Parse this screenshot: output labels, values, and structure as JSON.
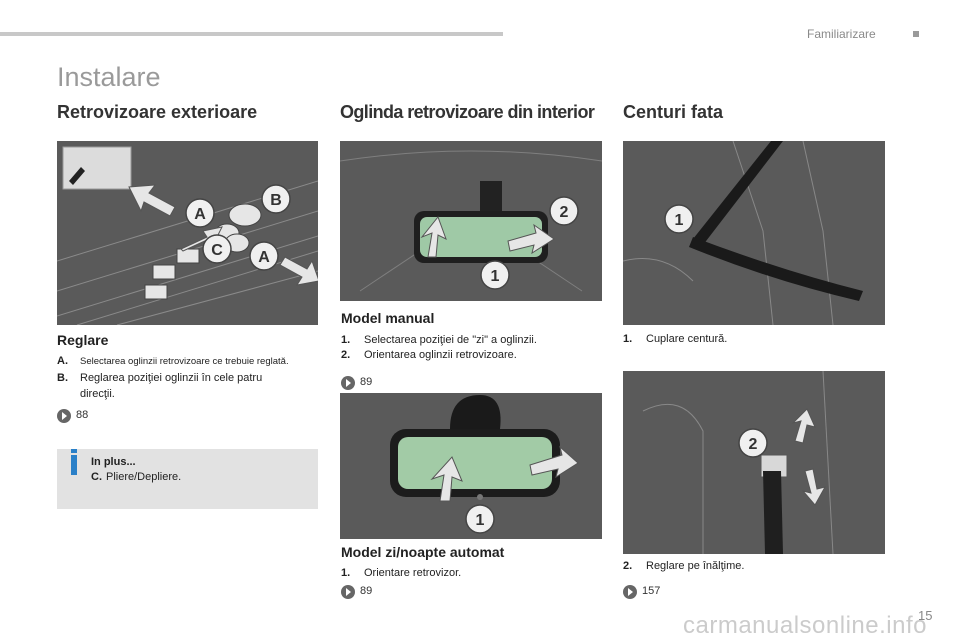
{
  "header": {
    "section_name": "Familiarizare",
    "page_title": "Instalare",
    "page_number": "15"
  },
  "col1": {
    "title": "Retrovizoare exterioare",
    "image_labels": [
      "A",
      "B",
      "C",
      "A"
    ],
    "subtitle": "Reglare",
    "items": [
      {
        "num": "A.",
        "text": "Selectarea oglinzii retrovizoare ce trebuie reglată."
      },
      {
        "num": "B.",
        "text": "Reglarea poziţiei oglinzii în cele patru",
        "text2": "direcţii."
      }
    ],
    "ref": "88",
    "info": {
      "title": "In plus...",
      "num": "C.",
      "text": "Pliere/Depliere."
    }
  },
  "col2": {
    "title": "Oglinda retrovizoare din interior",
    "image1_labels": [
      "2",
      "1"
    ],
    "section1": {
      "subtitle": "Model manual",
      "items": [
        {
          "num": "1.",
          "text": "Selectarea poziţiei de \"zi\" a oglinzii."
        },
        {
          "num": "2.",
          "text": "Orientarea oglinzii retrovizoare."
        }
      ],
      "ref": "89"
    },
    "image2_labels": [
      "1"
    ],
    "section2": {
      "subtitle": "Model zi/noapte automat",
      "items": [
        {
          "num": "1.",
          "text": "Orientare retrovizor."
        }
      ],
      "ref": "89"
    }
  },
  "col3": {
    "title": "Centuri fata",
    "image1_labels": [
      "1"
    ],
    "items1": [
      {
        "num": "1.",
        "text": "Cuplare centură."
      }
    ],
    "image2_labels": [
      "2"
    ],
    "items2": [
      {
        "num": "2.",
        "text": "Reglare pe înălţime."
      }
    ],
    "ref": "157"
  },
  "watermark": "carmanualsonline.info",
  "colors": {
    "image_bg": "#5a5a5a",
    "info_accent": "#2a80c8",
    "info_bg": "#e2e2e2",
    "title_gray": "#9a9a9a"
  }
}
